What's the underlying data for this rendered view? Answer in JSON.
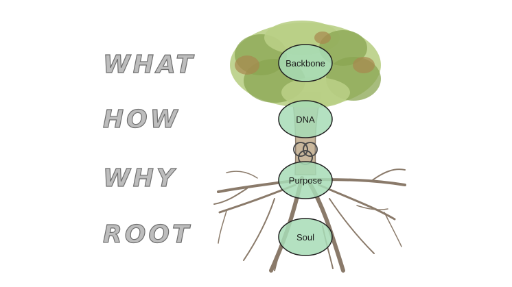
{
  "side_labels": [
    "WHAT",
    "HOW",
    "WHY",
    "ROOT"
  ],
  "nodes": [
    "Backbone",
    "DNA",
    "Purpose",
    "Soul"
  ],
  "colors": {
    "node_fill": "#a7dcb6",
    "node_stroke": "#222222",
    "foliage_dark": "#8aa551",
    "foliage_light": "#b9cf86",
    "foliage_brown": "#a8874e",
    "trunk": "#c9b79c",
    "root_stroke": "#8a7a6a"
  },
  "icons": {
    "link": "interlocking-rings-icon"
  }
}
